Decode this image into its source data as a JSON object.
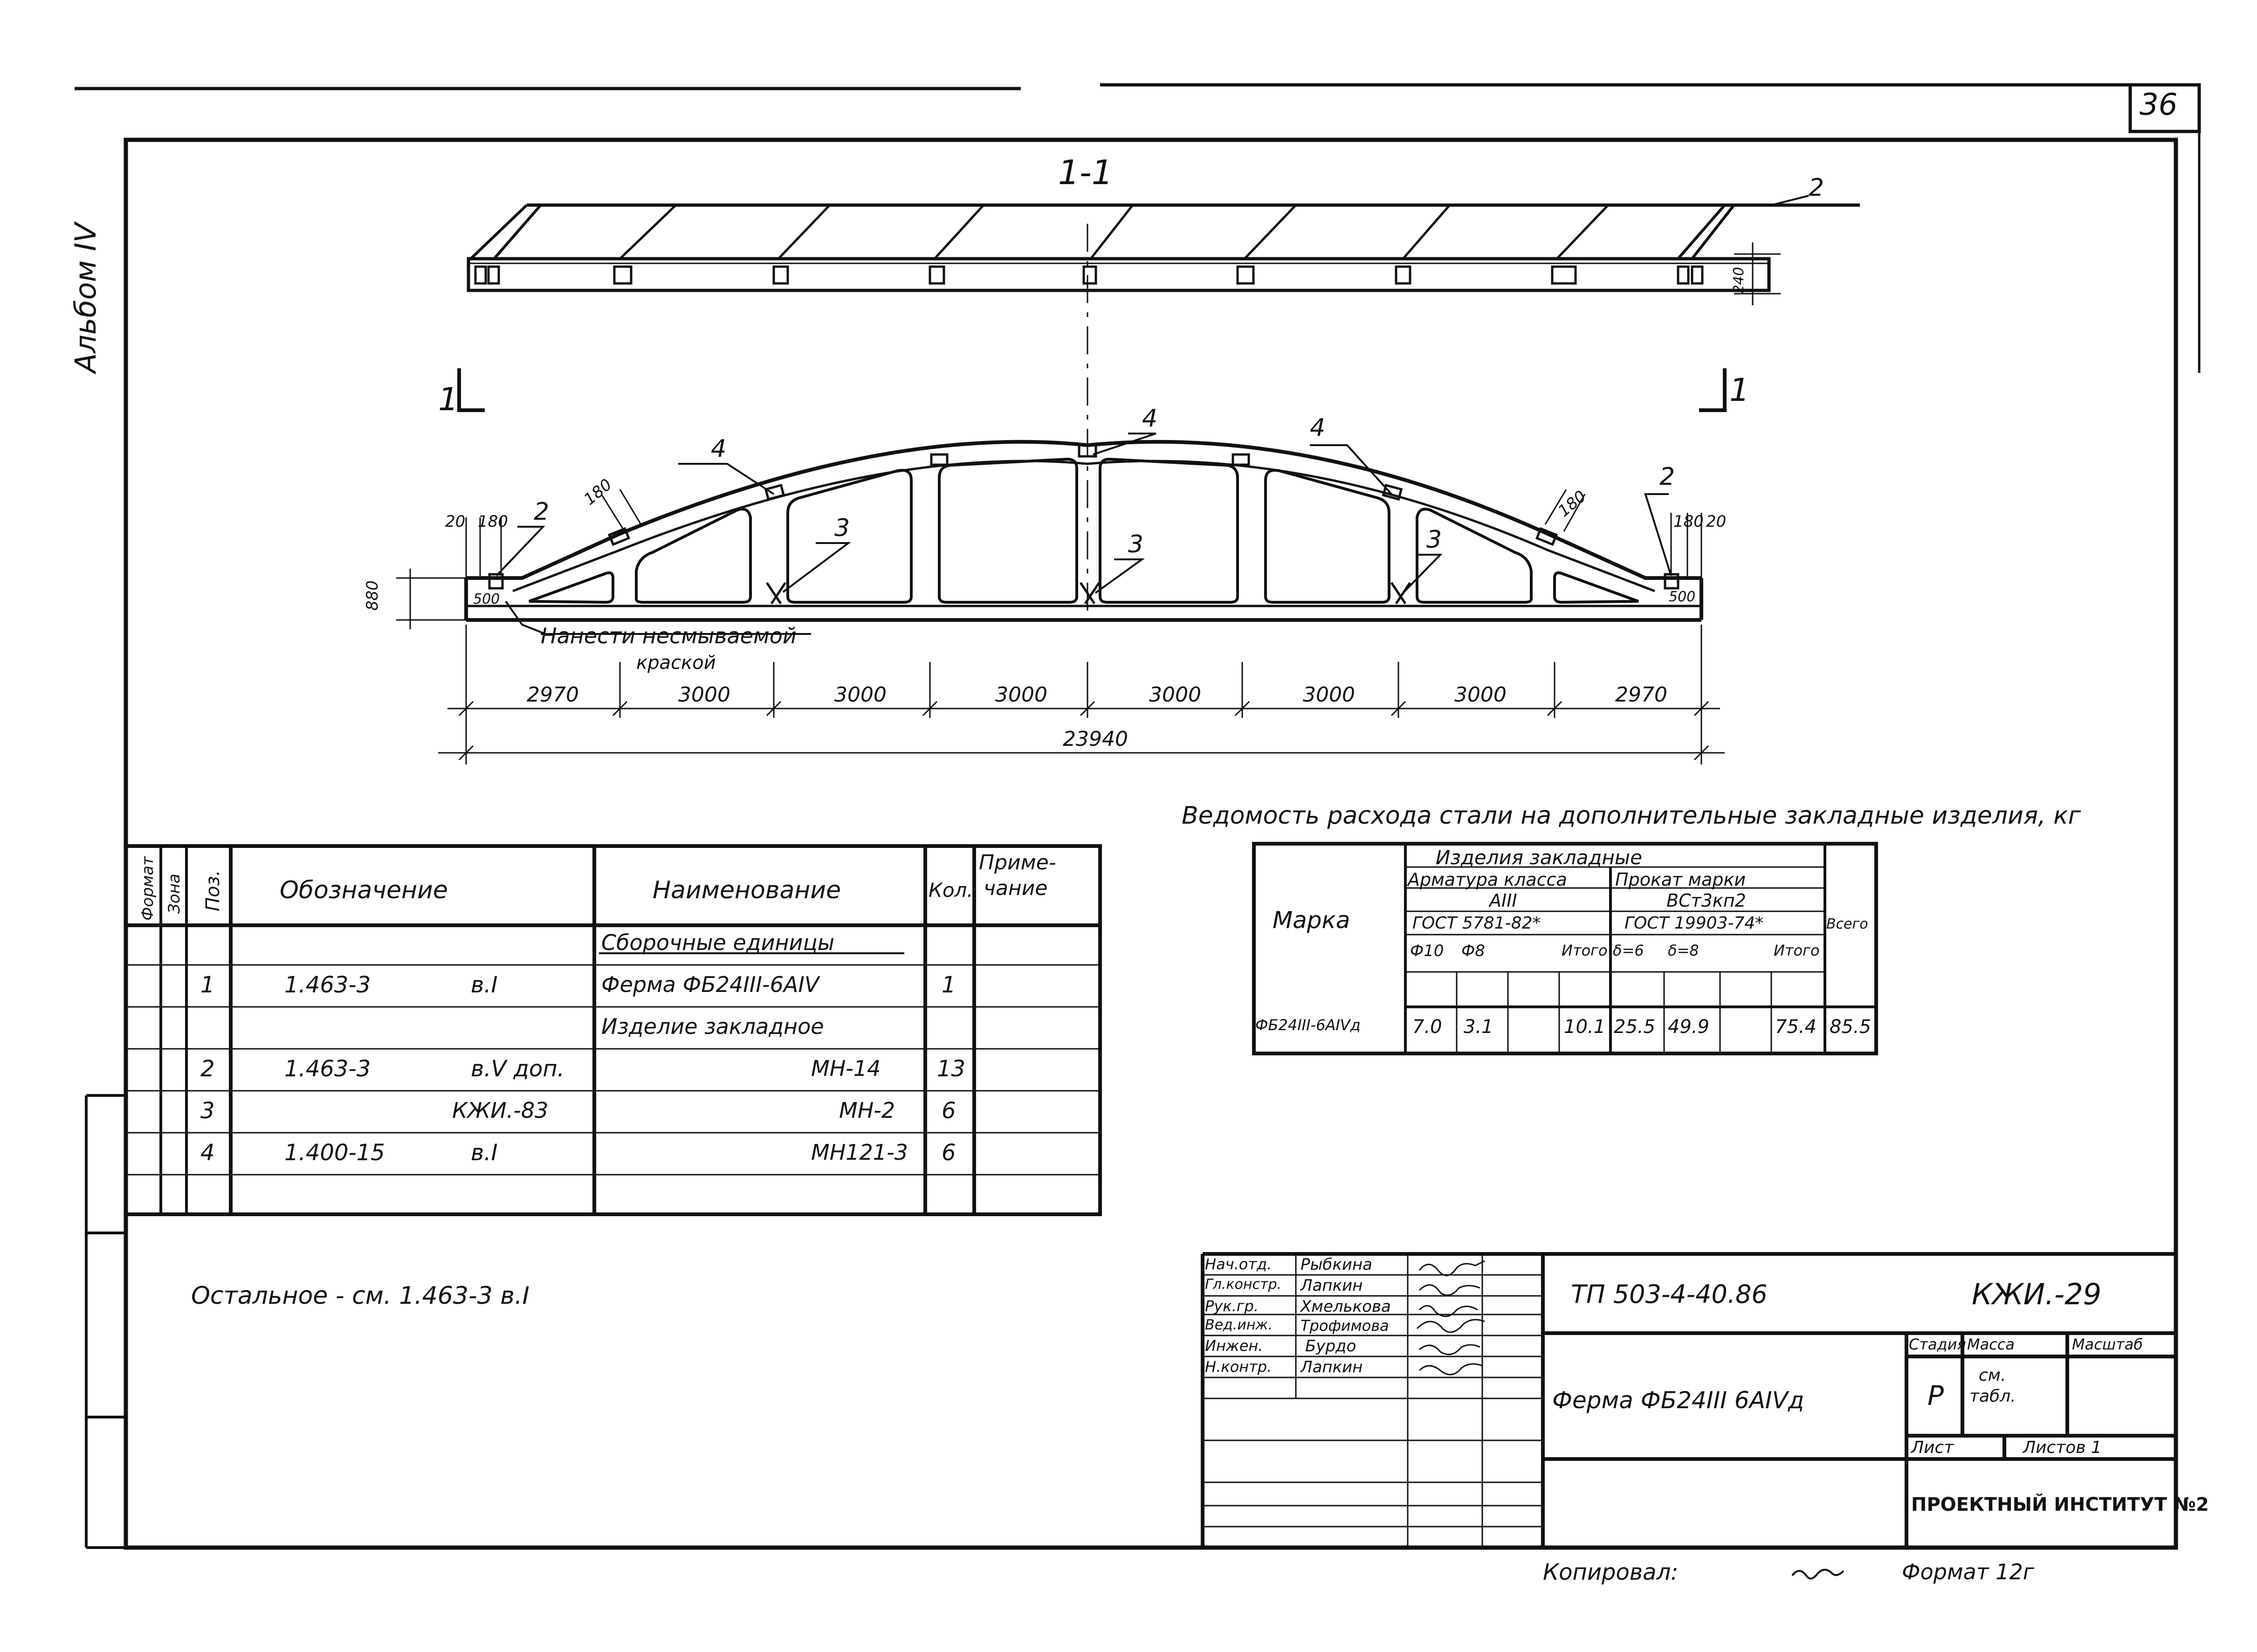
{
  "sheet": {
    "page_number": "36",
    "album": "Альбом IV"
  },
  "section": {
    "title": "1-1",
    "cut_label_left": "1",
    "cut_label_right": "1",
    "callouts": [
      "2",
      "4",
      "4",
      "4",
      "2",
      "3",
      "3",
      "3",
      "2"
    ],
    "dims": {
      "height_top": "240",
      "left_20": "20",
      "left_180": "180",
      "left_180b": "180",
      "right_180": "180",
      "right_20": "20",
      "right_180b": "180",
      "height_880": "880",
      "left_500": "500",
      "right_500": "500"
    },
    "note_line1": "Нанести несмываемой",
    "note_line2": "краской",
    "spans": [
      "2970",
      "3000",
      "3000",
      "3000",
      "3000",
      "3000",
      "3000",
      "2970"
    ],
    "total": "23940"
  },
  "spec": {
    "headers": {
      "format": "Формат",
      "zone": "Зона",
      "pos": "Поз.",
      "designation": "Обозначение",
      "name": "Наименование",
      "qty": "Кол.",
      "note_l1": "Приме-",
      "note_l2": "чание"
    },
    "rows": [
      {
        "pos": "",
        "designation": "",
        "name": "Сборочные единицы",
        "qty": "",
        "underline": true
      },
      {
        "pos": "1",
        "designation": "1.463-3",
        "sheet": "в.I",
        "name": "Ферма ФБ24III-6АIV",
        "qty": "1"
      },
      {
        "pos": "",
        "designation": "",
        "name": "Изделие закладное",
        "qty": ""
      },
      {
        "pos": "2",
        "designation": "1.463-3",
        "sheet": "в.V доп.",
        "name": "МН-14",
        "qty": "13",
        "right": true
      },
      {
        "pos": "3",
        "designation": "",
        "sheet": "КЖИ.-83",
        "name": "МН-2",
        "qty": "6",
        "right": true
      },
      {
        "pos": "4",
        "designation": "1.400-15",
        "sheet": "в.I",
        "name": "МН121-3",
        "qty": "6",
        "right": true
      },
      {
        "pos": "",
        "designation": "",
        "name": "",
        "qty": ""
      }
    ]
  },
  "steel": {
    "title": "Ведомость расхода стали на дополнительные закладные изделия, кг",
    "marka": "Марка",
    "group": "Изделия закладные",
    "rebar_class": "Арматура класса",
    "rebar_grade": "АIII",
    "rebar_gost": "ГОСТ 5781-82*",
    "plate_mark": "Прокат марки",
    "plate_grade": "ВСт3кп2",
    "plate_gost": "ГОСТ 19903-74*",
    "total": "Всего",
    "sub": [
      "Ф10",
      "Ф8",
      "",
      "Итого",
      "δ=6",
      "δ=8",
      "",
      "Итого"
    ],
    "row": {
      "marka": "ФБ24III-6АIVд",
      "values": [
        "7.0",
        "3.1",
        "",
        "10.1",
        "25.5",
        "49.9",
        "",
        "75.4"
      ],
      "total": "85.5"
    }
  },
  "note_bottom": "Остальное - см. 1.463-3 в.I",
  "title_block": {
    "people": [
      {
        "role": "Нач.отд.",
        "name": "Рыбкина"
      },
      {
        "role": "Гл.констр.",
        "name": "Лапкин"
      },
      {
        "role": "Рук.гр.",
        "name": "Хмелькова"
      },
      {
        "role": "Вед.инж.",
        "name": "Трофимова"
      },
      {
        "role": "Инжен.",
        "name": "Бурдо"
      },
      {
        "role": "Н.контр.",
        "name": "Лапкин"
      }
    ],
    "project": "ТП 503-4-40.86",
    "code": "КЖИ.-29",
    "name": "Ферма ФБ24III 6АIVд",
    "stage_h": "Стадия",
    "mass_h": "Масса",
    "scale_h": "Масштаб",
    "stage": "Р",
    "mass_l1": "см.",
    "mass_l2": "табл.",
    "sheet_h": "Лист",
    "sheets_h": "Листов 1",
    "institute": "ПРОЕКТНЫЙ ИНСТИТУТ №2"
  },
  "footer": {
    "copied": "Копировал:",
    "format": "Формат 12г"
  }
}
